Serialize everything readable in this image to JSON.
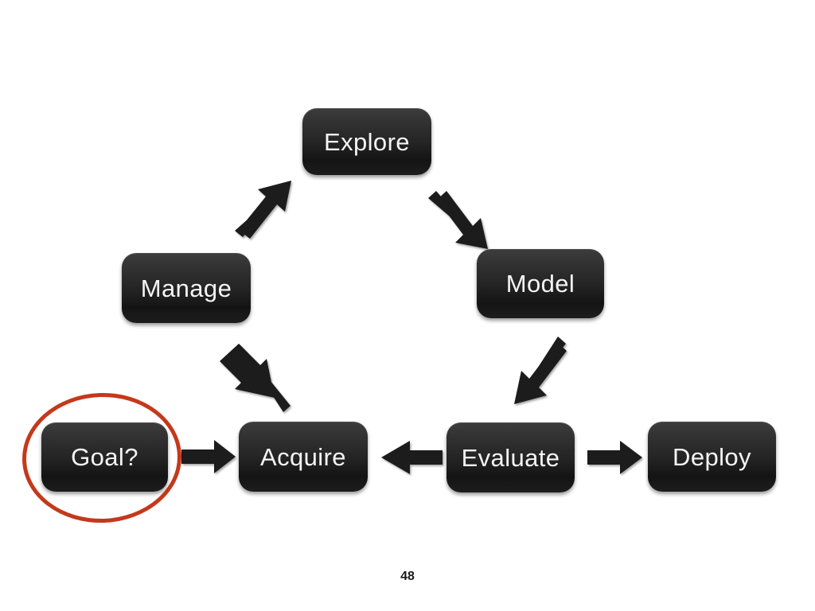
{
  "slide": {
    "page_number": "48",
    "background_color": "#ffffff"
  },
  "diagram": {
    "type": "process-cycle",
    "node_fill_top": "#3d3d3d",
    "node_fill_bottom": "#141414",
    "node_text_color": "#f4f4f4",
    "arrow_color": "#1a1a1a",
    "highlight_color": "#c4391b",
    "nodes": [
      {
        "id": "explore",
        "label": "Explore"
      },
      {
        "id": "manage",
        "label": "Manage"
      },
      {
        "id": "model",
        "label": "Model"
      },
      {
        "id": "goal",
        "label": "Goal?"
      },
      {
        "id": "acquire",
        "label": "Acquire"
      },
      {
        "id": "evaluate",
        "label": "Evaluate"
      },
      {
        "id": "deploy",
        "label": "Deploy"
      }
    ],
    "arrows": [
      {
        "id": "goal-to-acquire",
        "from": "goal",
        "to": "acquire",
        "direction": "right"
      },
      {
        "id": "acquire-to-manage",
        "from": "acquire",
        "to": "manage",
        "direction": "up-left"
      },
      {
        "id": "manage-to-explore",
        "from": "manage",
        "to": "explore",
        "direction": "up-right"
      },
      {
        "id": "explore-to-model",
        "from": "explore",
        "to": "model",
        "direction": "down-right"
      },
      {
        "id": "model-to-evaluate",
        "from": "model",
        "to": "evaluate",
        "direction": "down-left"
      },
      {
        "id": "evaluate-to-acquire",
        "from": "evaluate",
        "to": "acquire",
        "direction": "left"
      },
      {
        "id": "evaluate-to-deploy",
        "from": "evaluate",
        "to": "deploy",
        "direction": "right"
      }
    ],
    "highlight": {
      "id": "goal-highlight",
      "shape": "ellipse",
      "targets": "goal"
    }
  }
}
